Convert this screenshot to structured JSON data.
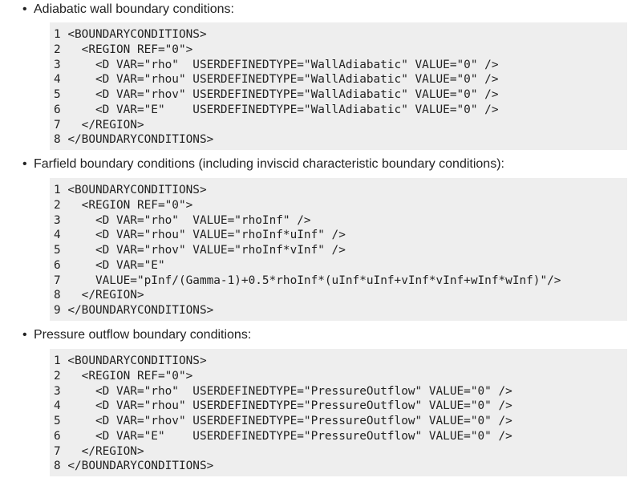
{
  "sections": [
    {
      "title": "Adiabatic wall boundary conditions:",
      "lines": [
        "<BOUNDARYCONDITIONS>",
        "  <REGION REF=\"0\">",
        "    <D VAR=\"rho\"  USERDEFINEDTYPE=\"WallAdiabatic\" VALUE=\"0\" />",
        "    <D VAR=\"rhou\" USERDEFINEDTYPE=\"WallAdiabatic\" VALUE=\"0\" />",
        "    <D VAR=\"rhov\" USERDEFINEDTYPE=\"WallAdiabatic\" VALUE=\"0\" />",
        "    <D VAR=\"E\"    USERDEFINEDTYPE=\"WallAdiabatic\" VALUE=\"0\" />",
        "  </REGION>",
        "</BOUNDARYCONDITIONS>"
      ]
    },
    {
      "title": "Farfield boundary conditions (including inviscid characteristic boundary conditions):",
      "lines": [
        "<BOUNDARYCONDITIONS>",
        "  <REGION REF=\"0\">",
        "    <D VAR=\"rho\"  VALUE=\"rhoInf\" />",
        "    <D VAR=\"rhou\" VALUE=\"rhoInf*uInf\" />",
        "    <D VAR=\"rhov\" VALUE=\"rhoInf*vInf\" />",
        "    <D VAR=\"E\"",
        "    VALUE=\"pInf/(Gamma-1)+0.5*rhoInf*(uInf*uInf+vInf*vInf+wInf*wInf)\"/>",
        "  </REGION>",
        "</BOUNDARYCONDITIONS>"
      ]
    },
    {
      "title": "Pressure outflow boundary conditions:",
      "lines": [
        "<BOUNDARYCONDITIONS>",
        "  <REGION REF=\"0\">",
        "    <D VAR=\"rho\"  USERDEFINEDTYPE=\"PressureOutflow\" VALUE=\"0\" />",
        "    <D VAR=\"rhou\" USERDEFINEDTYPE=\"PressureOutflow\" VALUE=\"0\" />",
        "    <D VAR=\"rhov\" USERDEFINEDTYPE=\"PressureOutflow\" VALUE=\"0\" />",
        "    <D VAR=\"E\"    USERDEFINEDTYPE=\"PressureOutflow\" VALUE=\"0\" />",
        "  </REGION>",
        "</BOUNDARYCONDITIONS>"
      ]
    }
  ]
}
